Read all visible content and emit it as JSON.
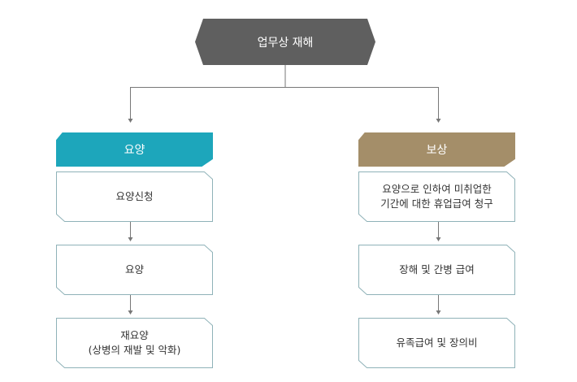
{
  "root": {
    "label": "업무상 재해"
  },
  "left_branch": {
    "header": "요양",
    "steps": [
      {
        "lines": [
          "요양신청"
        ]
      },
      {
        "lines": [
          "요양"
        ]
      },
      {
        "lines": [
          "재요양",
          "(상병의 재발 및 악화)"
        ]
      }
    ]
  },
  "right_branch": {
    "header": "보상",
    "steps": [
      {
        "lines": [
          "요양으로 인하여 미취업한",
          "기간에 대한 휴업급여 청구"
        ]
      },
      {
        "lines": [
          "장해 및 간병 급여"
        ]
      },
      {
        "lines": [
          "유족급여 및 장의비"
        ]
      }
    ]
  },
  "colors": {
    "root": "#5f5f5f",
    "left_header": "#1da6bb",
    "right_header": "#a48e69",
    "card_border": "#8fb2b8",
    "connector": "#777777"
  }
}
